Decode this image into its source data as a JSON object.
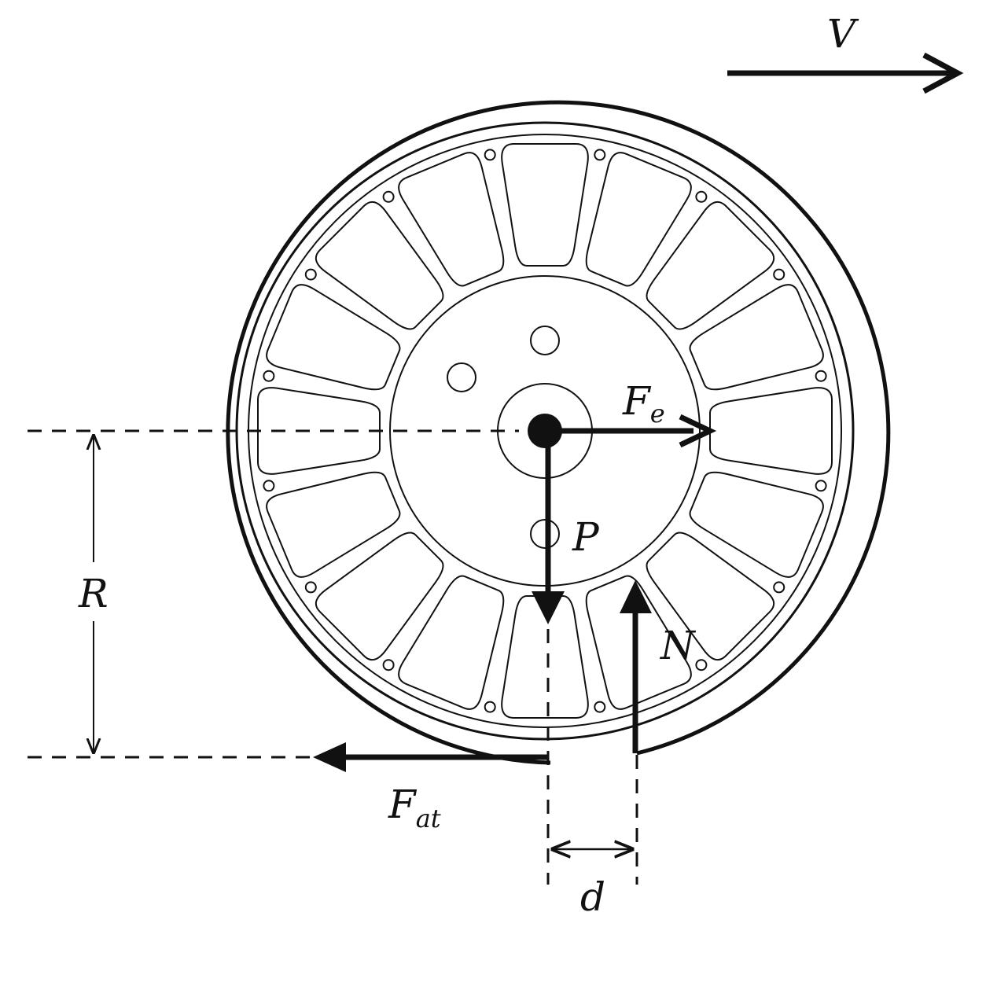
{
  "labels": {
    "velocity": "V",
    "electric_force": "F",
    "electric_force_sub": "e",
    "weight": "P",
    "normal": "N",
    "friction": "F",
    "friction_sub": "at",
    "radius": "R",
    "offset": "d"
  },
  "wheel": {
    "pocket_count": 16,
    "rim_hole_count": 16
  },
  "colors": {
    "ink": "#111111",
    "background": "#ffffff"
  }
}
